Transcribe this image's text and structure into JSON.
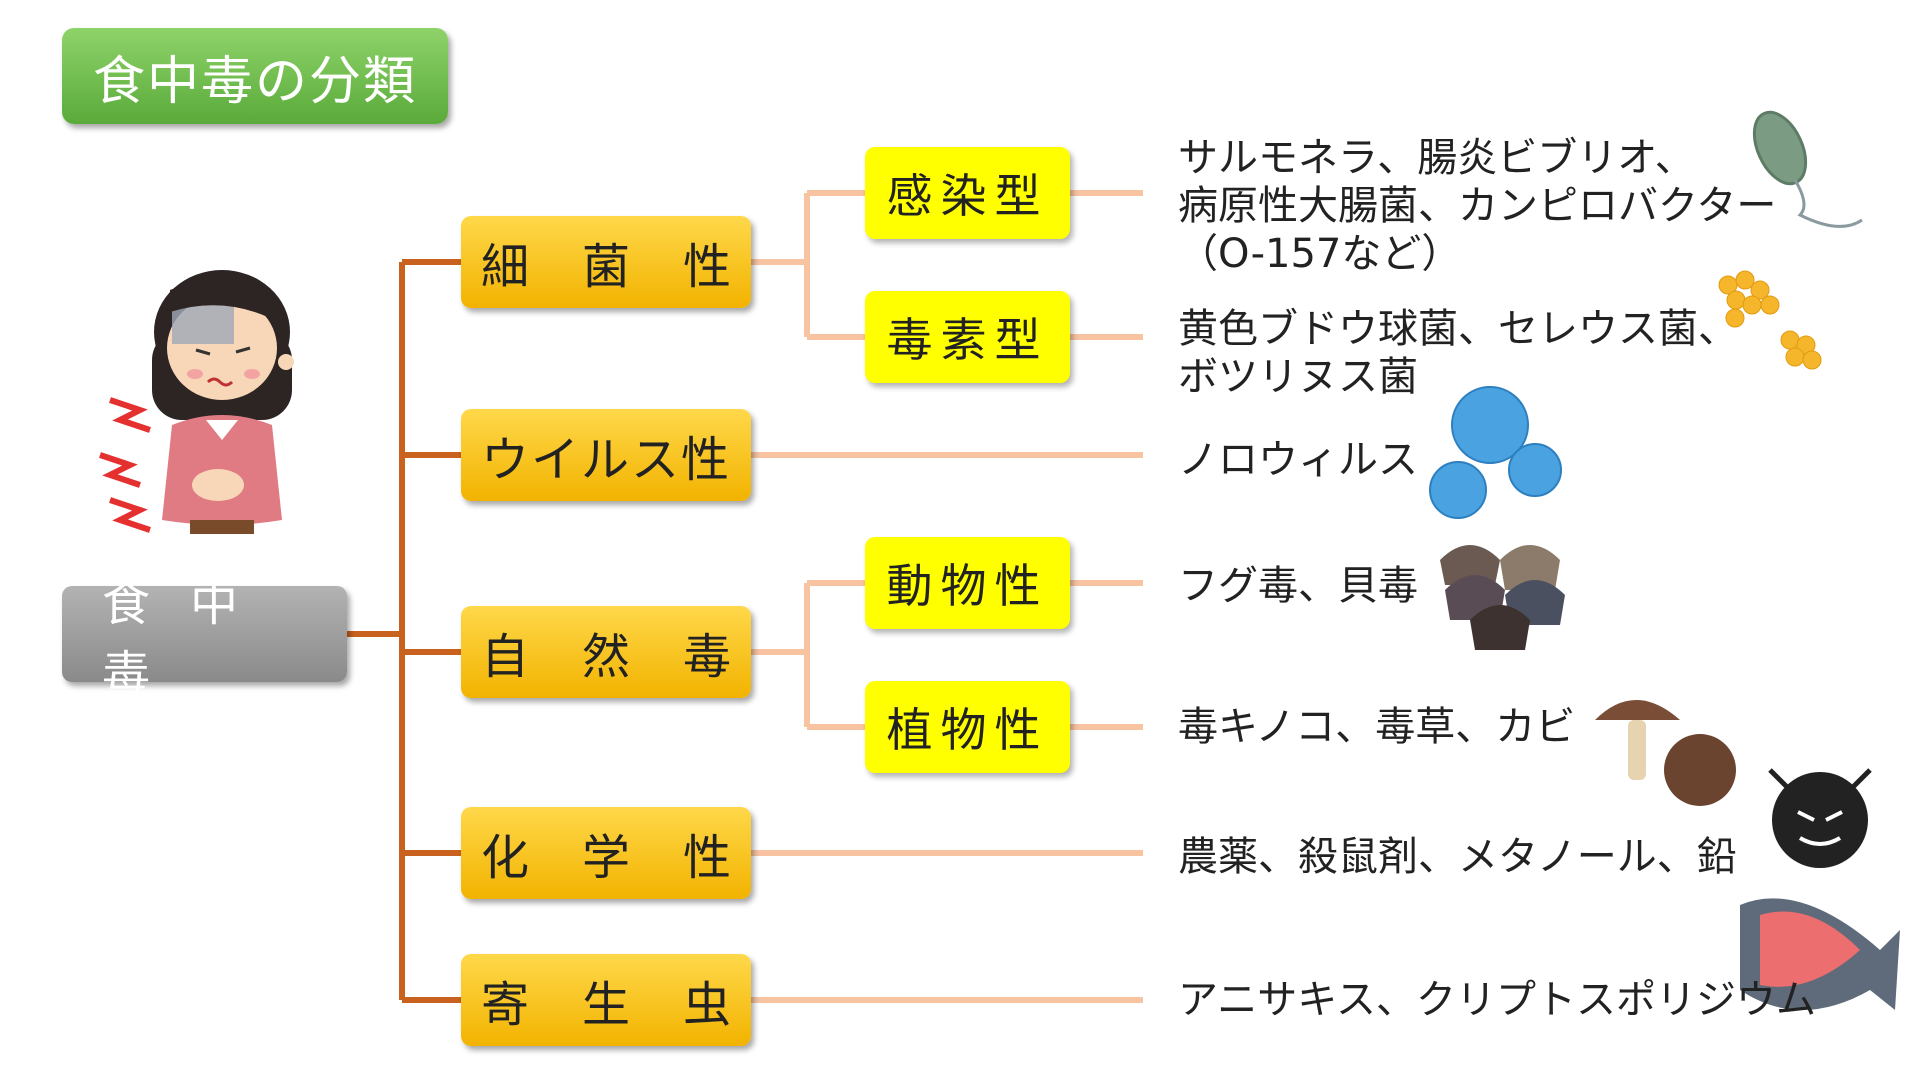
{
  "title": "食中毒の分類",
  "root": "食中毒",
  "categories": [
    {
      "label": "細菌性",
      "subs": [
        {
          "label": "感染型",
          "examples": [
            "サルモネラ、腸炎ビブリオ、",
            "病原性大腸菌、カンピロバクター",
            "（O-157など）"
          ]
        },
        {
          "label": "毒素型",
          "examples": [
            "黄色ブドウ球菌、セレウス菌、",
            "ボツリヌス菌"
          ]
        }
      ]
    },
    {
      "label": "ウイルス性",
      "examples": [
        "ノロウィルス"
      ]
    },
    {
      "label": "自然毒",
      "subs": [
        {
          "label": "動物性",
          "examples": [
            "フグ毒、貝毒"
          ]
        },
        {
          "label": "植物性",
          "examples": [
            "毒キノコ、毒草、カビ"
          ]
        }
      ]
    },
    {
      "label": "化学性",
      "examples": [
        "農薬、殺鼠剤、メタノール、鉛"
      ]
    },
    {
      "label": "寄生虫",
      "examples": [
        "アニサキス、クリプトスポリジウム"
      ]
    }
  ],
  "colors": {
    "title_bg": "#6cbf47",
    "root_bg": "#9e9e9e",
    "category_bg": "#f7c21a",
    "sub_bg": "#ffff00",
    "trunk_line": "#c8621e",
    "branch_line": "#f7c3a1"
  },
  "icons": [
    "sick-woman-icon",
    "rod-bacterium-icon",
    "staphylococcus-icon",
    "norovirus-icon",
    "clams-icon",
    "mushrooms-icon",
    "toxin-germ-icon",
    "fish-icon"
  ]
}
